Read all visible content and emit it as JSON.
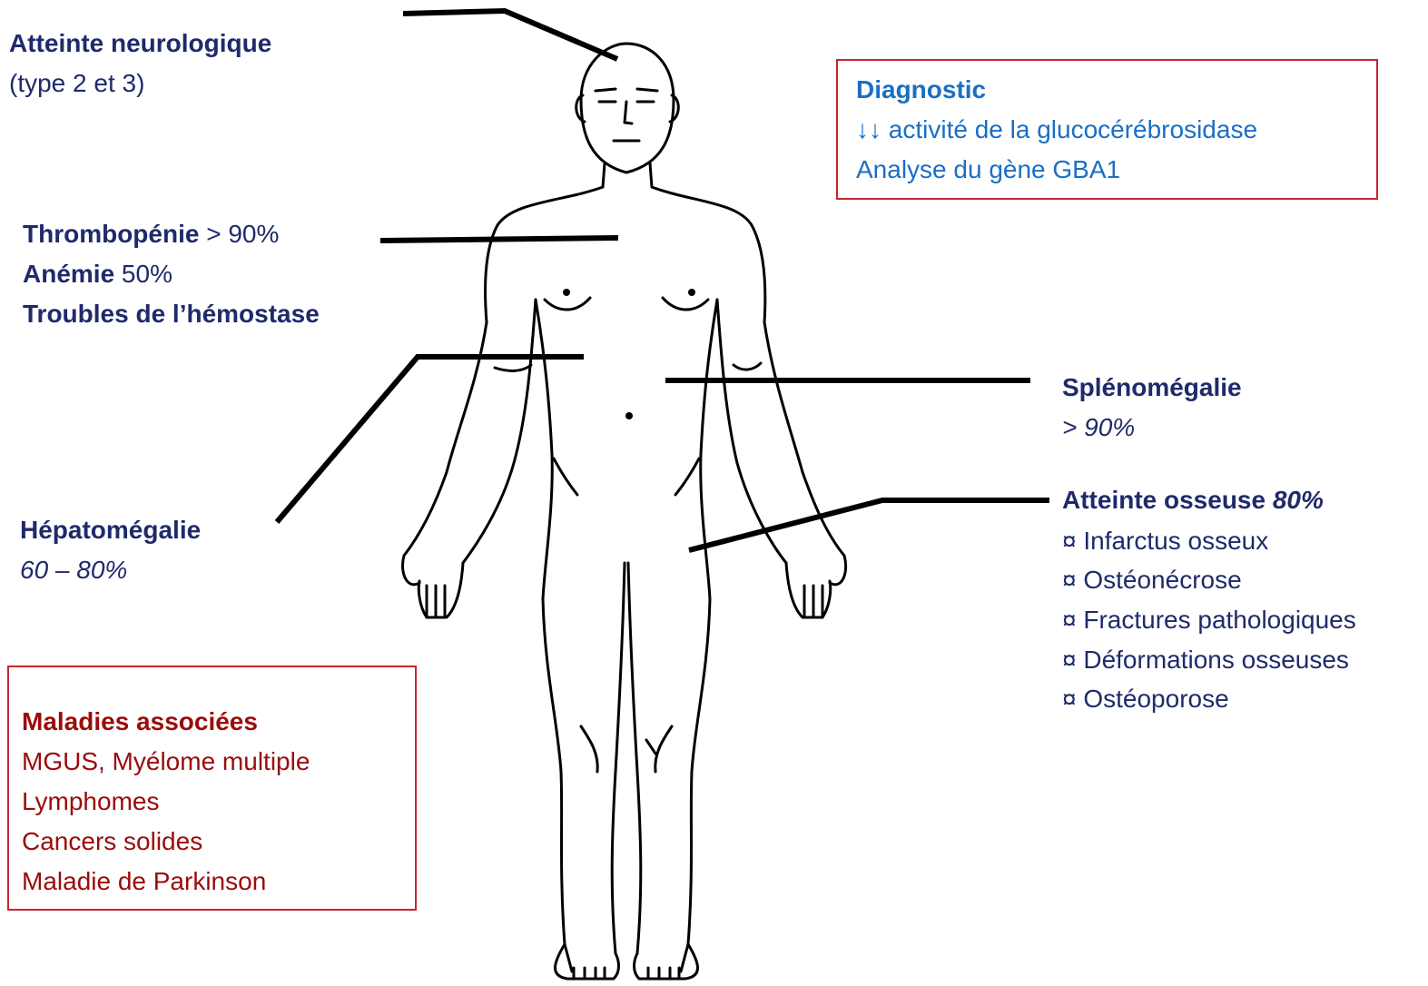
{
  "neuro": {
    "title": "Atteinte neurologique",
    "detail": "(type 2 et 3)"
  },
  "hematology": {
    "thrombo_label": "Thrombopénie",
    "thrombo_value": " > 90%",
    "anemia_label": "Anémie",
    "anemia_value": " 50%",
    "hemostasis": "Troubles de l’hémostase"
  },
  "hepato": {
    "title": "Hépatomégalie",
    "value": "60 – 80%"
  },
  "spleno": {
    "title": "Splénomégalie",
    "value": "> 90%"
  },
  "bone": {
    "title": "Atteinte osseuse ",
    "value": "80%",
    "items": [
      "¤ Infarctus osseux",
      "¤ Ostéonécrose",
      "¤ Fractures pathologiques",
      "¤ Déformations osseuses",
      "¤ Ostéoporose"
    ]
  },
  "diagnostic": {
    "title": "Diagnostic",
    "lines": [
      "↓↓ activité de la glucocérébrosidase",
      "Analyse du gène GBA1"
    ]
  },
  "associated": {
    "title": "Maladies associées",
    "items": [
      "MGUS, Myélome multiple",
      "Lymphomes",
      "Cancers solides",
      "Maladie de Parkinson"
    ]
  },
  "colors": {
    "navy": "#1f2a6b",
    "dark_red": "#9b0b0b",
    "blue": "#1a6fc4",
    "box_border": "#c8242a"
  }
}
